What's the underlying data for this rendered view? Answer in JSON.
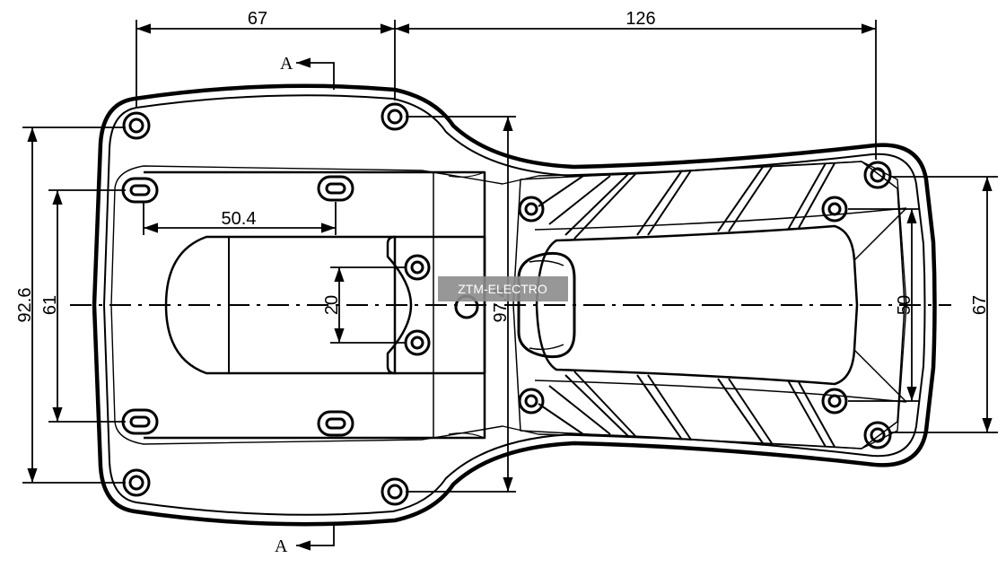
{
  "drawing": {
    "dimensions": {
      "top_left_width": "67",
      "top_right_length": "126",
      "inner_hole_spacing": "50.4",
      "overall_height": "92.6",
      "left_hole_spacing": "61",
      "center_hole_spacing": "20",
      "middle_height": "97.4",
      "right_hole_spacing": "50",
      "right_height": "67"
    },
    "section_marks": {
      "top": "A",
      "bottom": "A"
    },
    "watermark": "ZTM-ELECTRO",
    "colors": {
      "line": "#000000",
      "background": "#ffffff",
      "watermark_bg": "#8c8c8c",
      "watermark_text": "#ffffff"
    }
  }
}
